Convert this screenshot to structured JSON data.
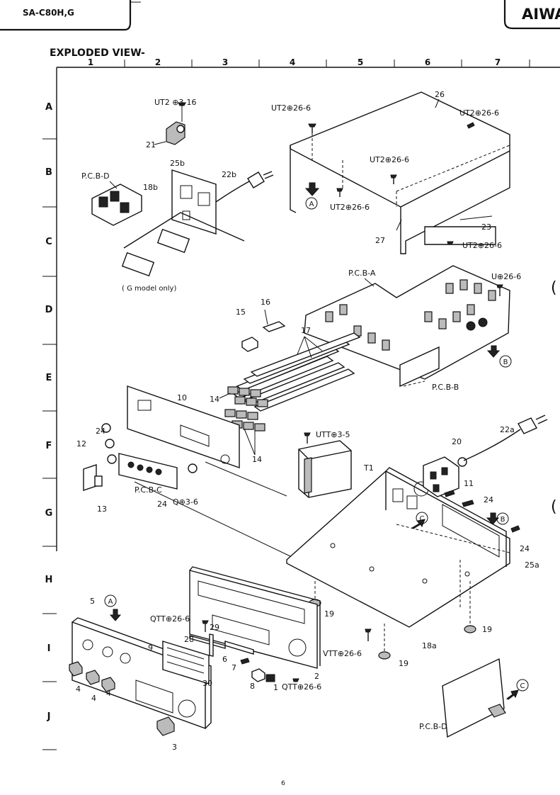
{
  "header": {
    "model": "SA-C80H,G",
    "brand": "AIWA",
    "title": "EXPLODED VIEW-"
  },
  "grid": {
    "columns": [
      "1",
      "2",
      "3",
      "4",
      "5",
      "6",
      "7"
    ],
    "rows": [
      "A",
      "B",
      "C",
      "D",
      "E",
      "F",
      "G",
      "H",
      "I",
      "J"
    ]
  },
  "callouts": {
    "c26": "26",
    "ut2_36_16": "UT2 ⊕3-16",
    "ut2_26_6_a": "UT2⊕26-6",
    "ut2_26_6_b": "UT2⊕26-6",
    "ut2_26_6_c": "UT2⊕26-6",
    "ut2_26_6_d": "UT2⊕26-6",
    "ut2_26_6_e": "UT2⊕26-6",
    "c21": "21",
    "pcb_d_top": "P.C.B-D",
    "c25b": "25b",
    "c22b": "22b",
    "c18b": "18b",
    "g_model_only": "( G model only)",
    "arrow_a_top": "A",
    "c27": "27",
    "c23": "23",
    "pcb_a": "P.C.B-A",
    "u_26_6": "U⊕26-6",
    "c16": "16",
    "c15": "15",
    "c17": "17",
    "arrow_b_top": "B",
    "c14_a": "14",
    "pcb_b": "P.C.B-B",
    "c10": "10",
    "c14_b": "14",
    "c12": "12",
    "c24_a": "24",
    "pcb_c": "P.C.B-C",
    "c13": "13",
    "c24_b": "24",
    "q_36": "Q⊕3-6",
    "utt_35": "UTT⊕3-5",
    "t1": "T1",
    "c22a": "22a",
    "c20": "20",
    "c11": "11",
    "c24_c": "24",
    "arrow_b_mid": "B",
    "arrow_c_mid": "C",
    "c24_d": "24",
    "c25a": "25a",
    "c5": "5",
    "arrow_a_bottom": "A",
    "qtt_26_6_a": "QTT⊕26-6",
    "c29": "29",
    "c28": "28",
    "c9": "9",
    "c6": "6",
    "c7": "7",
    "c19_a": "19",
    "c19_b": "19",
    "c19_c": "19",
    "vtt_26_6": "VTT⊕26-6",
    "c18a": "18a",
    "c8": "8",
    "c30": "30",
    "c1": "1",
    "c2": "2",
    "qtt_26_6_b": "QTT⊕26-6",
    "c4_a": "4",
    "c4_b": "4",
    "c4_c": "4",
    "c3": "3",
    "pcb_d_bottom": "P.C.B-D",
    "arrow_c_bottom": "C"
  },
  "footer": {
    "page_number": "6"
  }
}
